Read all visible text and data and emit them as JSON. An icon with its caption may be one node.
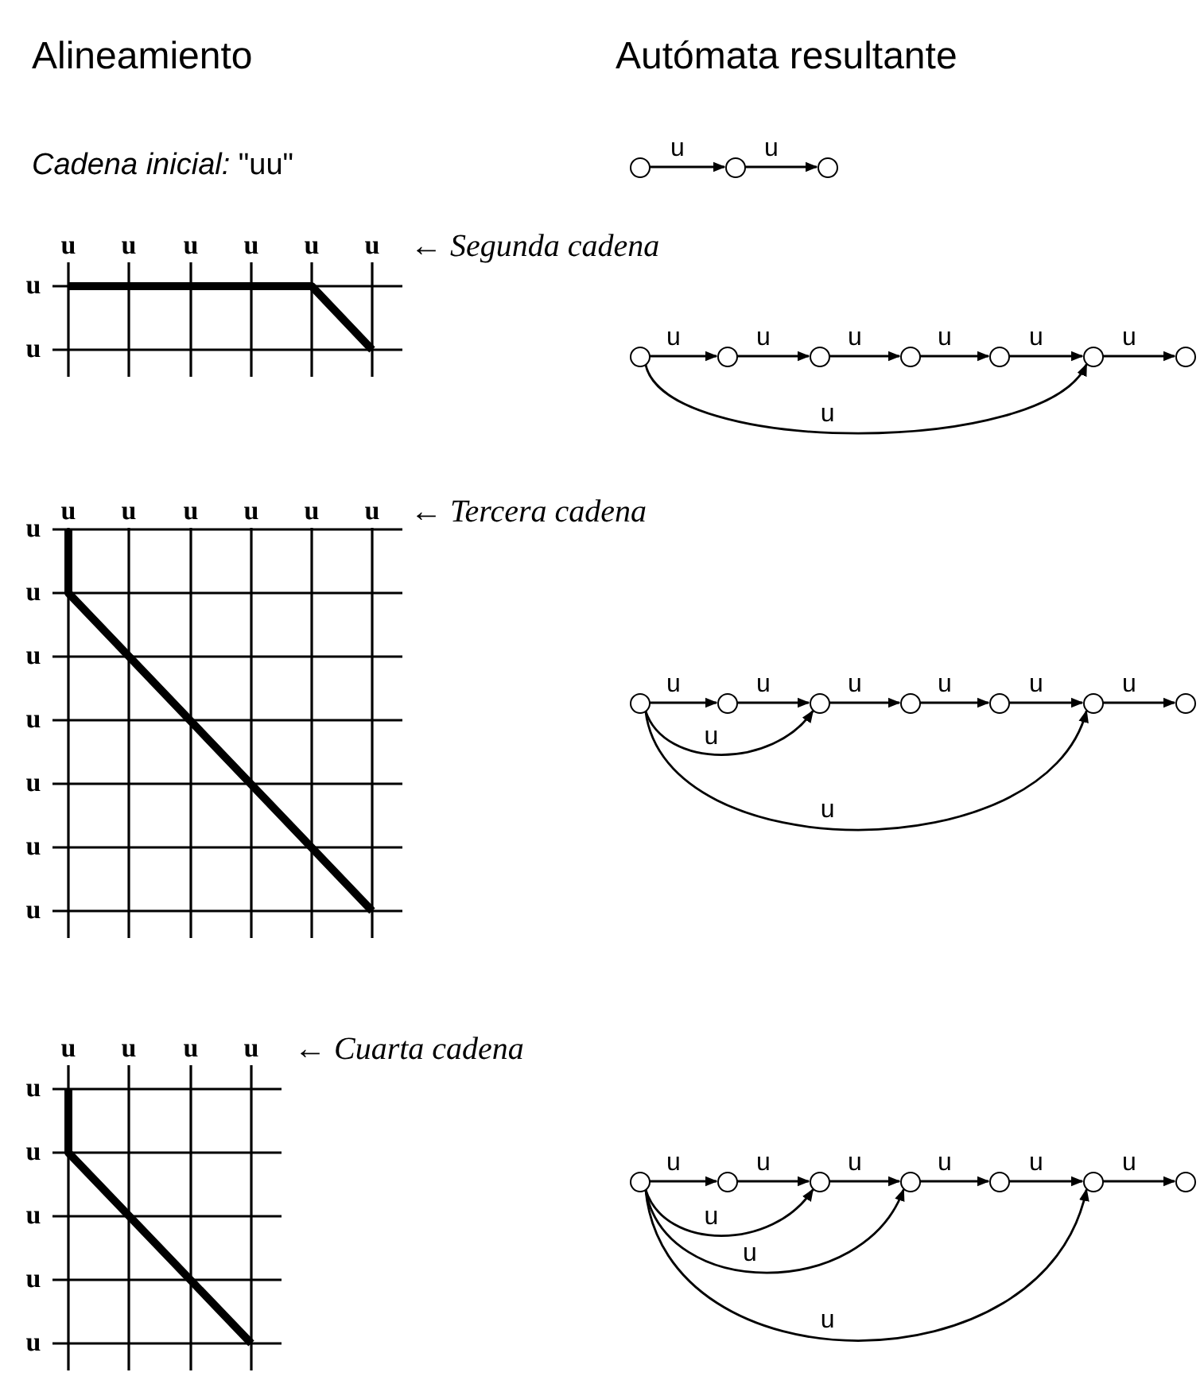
{
  "diagram": {
    "nodes": [
      {
        "text": [],
        "shape": "circle"
      },
      {
        "text": [],
        "shape": "circle"
      },
      {
        "text": [],
        "shape": "circle"
      },
      {
        "text": [],
        "shape": "circle"
      },
      {
        "text": [],
        "shape": "circle"
      },
      {
        "text": [],
        "shape": "circle"
      },
      {
        "text": [],
        "shape": "circle"
      },
      {
        "text": [],
        "shape": "circle"
      },
      {
        "text": [],
        "shape": "circle"
      },
      {
        "text": [],
        "shape": "circle"
      },
      {
        "text": [],
        "shape": "circle"
      },
      {
        "text": [],
        "shape": "circle"
      },
      {
        "text": [],
        "shape": "circle"
      },
      {
        "text": [],
        "shape": "circle"
      },
      {
        "text": [],
        "shape": "circle"
      },
      {
        "text": [],
        "shape": "circle"
      },
      {
        "text": [],
        "shape": "circle"
      },
      {
        "text": [],
        "shape": "circle"
      },
      {
        "text": [],
        "shape": "circle"
      },
      {
        "text": [],
        "shape": "circle"
      },
      {
        "text": [],
        "shape": "circle"
      },
      {
        "text": [],
        "shape": "circle"
      },
      {
        "text": [],
        "shape": "circle"
      },
      {
        "text": [],
        "shape": "circle"
      }
    ],
    "edges": [
      {
        "from": 0,
        "to": 1,
        "arrow": "to",
        "label": "u"
      },
      {
        "from": 1,
        "to": 2,
        "arrow": "to",
        "label": "u"
      },
      {
        "from": 3,
        "to": 4,
        "arrow": "to",
        "label": "u"
      },
      {
        "from": 4,
        "to": 5,
        "arrow": "to",
        "label": "u"
      },
      {
        "from": 5,
        "to": 6,
        "arrow": "to",
        "label": "u"
      },
      {
        "from": 6,
        "to": 7,
        "arrow": "to",
        "label": "u"
      },
      {
        "from": 7,
        "to": 8,
        "arrow": "to",
        "label": "u"
      },
      {
        "from": 8,
        "to": 9,
        "arrow": "to",
        "label": "u"
      },
      {
        "from": 3,
        "to": 8,
        "arrow": "to",
        "label": "u"
      },
      {
        "from": 10,
        "to": 11,
        "arrow": "to",
        "label": "u"
      },
      {
        "from": 11,
        "to": 12,
        "arrow": "to",
        "label": "u"
      },
      {
        "from": 12,
        "to": 13,
        "arrow": "to",
        "label": "u"
      },
      {
        "from": 13,
        "to": 14,
        "arrow": "to",
        "label": "u"
      },
      {
        "from": 14,
        "to": 15,
        "arrow": "to",
        "label": "u"
      },
      {
        "from": 15,
        "to": 16,
        "arrow": "to",
        "label": "u"
      },
      {
        "from": 10,
        "to": 12,
        "arrow": "to",
        "label": "u"
      },
      {
        "from": 10,
        "to": 15,
        "arrow": "to",
        "label": "u"
      },
      {
        "from": 17,
        "to": 18,
        "arrow": "to",
        "label": "u"
      },
      {
        "from": 18,
        "to": 19,
        "arrow": "to",
        "label": "u"
      },
      {
        "from": 19,
        "to": 20,
        "arrow": "to",
        "label": "u"
      },
      {
        "from": 20,
        "to": 21,
        "arrow": "to",
        "label": "u"
      },
      {
        "from": 21,
        "to": 22,
        "arrow": "to",
        "label": "u"
      },
      {
        "from": 22,
        "to": 23,
        "arrow": "to",
        "label": "u"
      },
      {
        "from": 17,
        "to": 19,
        "arrow": "to",
        "label": "u"
      },
      {
        "from": 17,
        "to": 20,
        "arrow": "to",
        "label": "u"
      },
      {
        "from": 17,
        "to": 22,
        "arrow": "to",
        "label": "u"
      }
    ],
    "labels": [
      "Alineamiento",
      "Autómata resultante",
      "*Cadena inicial:* \"uu\"",
      "u",
      "u",
      "u",
      "u",
      "u",
      "u",
      "← Segunda cadena",
      "u",
      "u",
      "u",
      "u",
      "u",
      "u",
      "u",
      "u",
      "← Tercera cadena",
      "u",
      "u",
      "u",
      "u",
      "u",
      "u",
      "u",
      "u",
      "u",
      "u",
      "u",
      "← Cuarta cadena",
      "u",
      "u",
      "u",
      "u",
      "u"
    ]
  }
}
